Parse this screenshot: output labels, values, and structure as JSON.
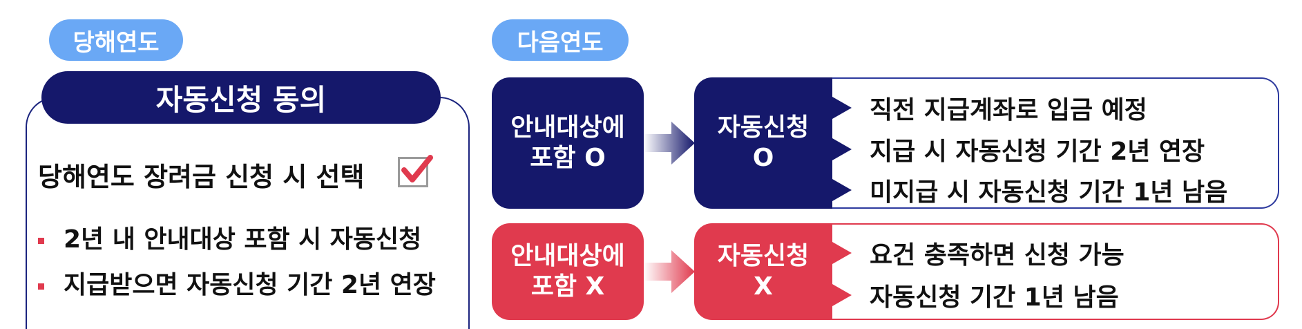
{
  "labels": {
    "current_year": "당해연도",
    "next_year": "다음연도"
  },
  "left_card": {
    "header": "자동신청 동의",
    "select_text": "당해연도 장려금 신청 시 선택",
    "bullets": [
      "2년 내 안내대상 포함 시 자동신청",
      "지급받으면 자동신청 기간 2년 연장"
    ]
  },
  "flow_included": {
    "condition_line1": "안내대상에",
    "condition_line2": "포함 O",
    "auto_line1": "자동신청",
    "auto_line2": "O",
    "outcomes": [
      "직전 지급계좌로 입금 예정",
      "지급 시 자동신청 기간 2년 연장",
      "미지급 시 자동신청 기간 1년 남음"
    ]
  },
  "flow_excluded": {
    "condition_line1": "안내대상에",
    "condition_line2": "포함 X",
    "auto_line1": "자동신청",
    "auto_line2": "X",
    "outcomes": [
      "요건 충족하면 신청 가능",
      "자동신청 기간 1년 남음"
    ]
  },
  "colors": {
    "navy": "#15186b",
    "red": "#e03a4e",
    "pill_blue": "#6aa8f5",
    "check_red": "#e03a4e"
  },
  "icons": {
    "checkbox": "checked-checkbox-icon",
    "arrow": "right-arrow-icon",
    "bullet": "triangle-bullet-icon"
  }
}
